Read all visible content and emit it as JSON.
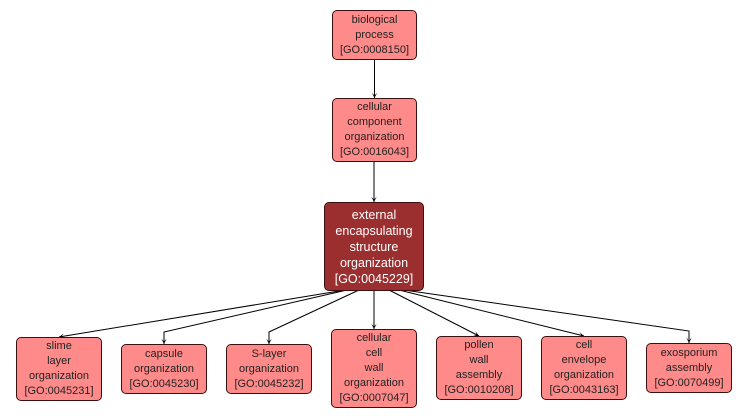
{
  "diagram": {
    "type": "GO term ancestry graph",
    "nodes": {
      "biological_process": {
        "lines": [
          "biological",
          "process"
        ],
        "id": "[GO:0008150]"
      },
      "cellular_component_organization": {
        "lines": [
          "cellular",
          "component",
          "organization"
        ],
        "id": "[GO:0016043]"
      },
      "external_encapsulating": {
        "lines": [
          "external",
          "encapsulating",
          "structure",
          "organization"
        ],
        "id": "[GO:0045229]",
        "highlight": true
      },
      "slime_layer": {
        "lines": [
          "slime",
          "layer",
          "organization"
        ],
        "id": "[GO:0045231]"
      },
      "capsule": {
        "lines": [
          "capsule",
          "organization"
        ],
        "id": "[GO:0045230]"
      },
      "s_layer": {
        "lines": [
          "S-layer",
          "organization"
        ],
        "id": "[GO:0045232]"
      },
      "cell_wall": {
        "lines": [
          "cellular",
          "cell",
          "wall",
          "organization"
        ],
        "id": "[GO:0007047]"
      },
      "pollen_wall": {
        "lines": [
          "pollen",
          "wall",
          "assembly"
        ],
        "id": "[GO:0010208]"
      },
      "cell_envelope": {
        "lines": [
          "cell",
          "envelope",
          "organization"
        ],
        "id": "[GO:0043163]"
      },
      "exosporium": {
        "lines": [
          "exosporium",
          "assembly"
        ],
        "id": "[GO:0070499]"
      }
    },
    "edges": [
      [
        "biological_process",
        "cellular_component_organization"
      ],
      [
        "cellular_component_organization",
        "external_encapsulating"
      ],
      [
        "external_encapsulating",
        "slime_layer"
      ],
      [
        "external_encapsulating",
        "capsule"
      ],
      [
        "external_encapsulating",
        "s_layer"
      ],
      [
        "external_encapsulating",
        "cell_wall"
      ],
      [
        "external_encapsulating",
        "pollen_wall"
      ],
      [
        "external_encapsulating",
        "cell_envelope"
      ],
      [
        "external_encapsulating",
        "exosporium"
      ]
    ],
    "colors": {
      "node_fill": "#ff8a8a",
      "focus_fill": "#9b2e2e",
      "edge": "#000000"
    }
  }
}
